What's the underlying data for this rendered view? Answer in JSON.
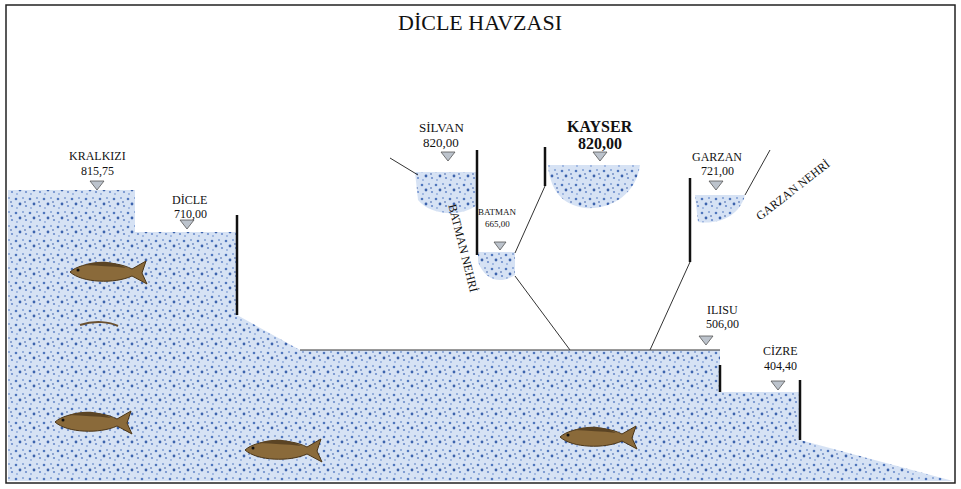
{
  "diagram": {
    "title": "DİCLE HAVZASI",
    "labels": [
      "KRALKIZI",
      "815,75",
      "DİCLE",
      "710,00",
      "SİLVAN",
      "820,00",
      "KAYSER",
      "820,00",
      "GARZAN",
      "721,00",
      "BATMAN",
      "665,00",
      "BATMAN NEHRİ",
      "GARZAN NEHRİ",
      "ILISU",
      "506,00",
      "CİZRE",
      "404,40"
    ]
  }
}
